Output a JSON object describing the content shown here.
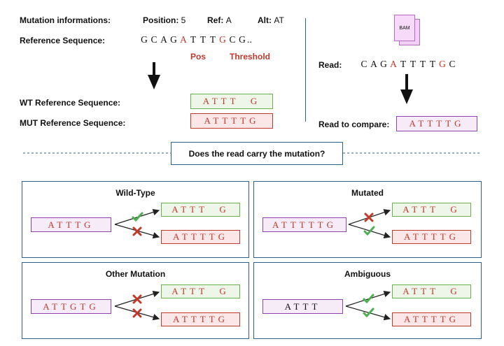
{
  "top": {
    "mutation_label": "Mutation informations:",
    "position_label": "Position:",
    "position_value": "5",
    "ref_label": "Ref:",
    "ref_value": "A",
    "alt_label": "Alt:",
    "alt_value": "AT",
    "reference_label": "Reference Sequence:",
    "reference_sequence": "GCAGATTTGCG..",
    "pos_tag": "Pos",
    "threshold_tag": "Threshold",
    "wt_reference_label": "WT Reference Sequence:",
    "mut_reference_label": "MUT Reference Sequence:",
    "wt_sequence": "ATTT  G",
    "mut_sequence": "ATTTTG"
  },
  "bam": {
    "file_label": "BAM",
    "read_label": "Read:",
    "read_sequence": "CAGATTTTGC",
    "compare_label": "Read to compare:",
    "compare_sequence": "ATTTTG"
  },
  "question": "Does the read carry the mutation?",
  "panels": [
    {
      "title": "Wild-Type",
      "read": "ATTTG",
      "wt_match": "check",
      "mut_match": "cross"
    },
    {
      "title": "Mutated",
      "read": "ATTTTTG",
      "wt_match": "cross",
      "mut_match": "check"
    },
    {
      "title": "Other Mutation",
      "read": "ATTGTG",
      "wt_match": "cross",
      "mut_match": "cross"
    },
    {
      "title": "Ambiguous",
      "read": "ATTT",
      "wt_match": "check",
      "mut_match": "check"
    }
  ],
  "colors": {
    "wt_green": "#6ab04c",
    "mut_red": "#c0392b",
    "read_purple": "#8e44ad",
    "panel_blue": "#2c5f8a",
    "check_green": "#4caf50",
    "cross_red": "#c0392b"
  }
}
